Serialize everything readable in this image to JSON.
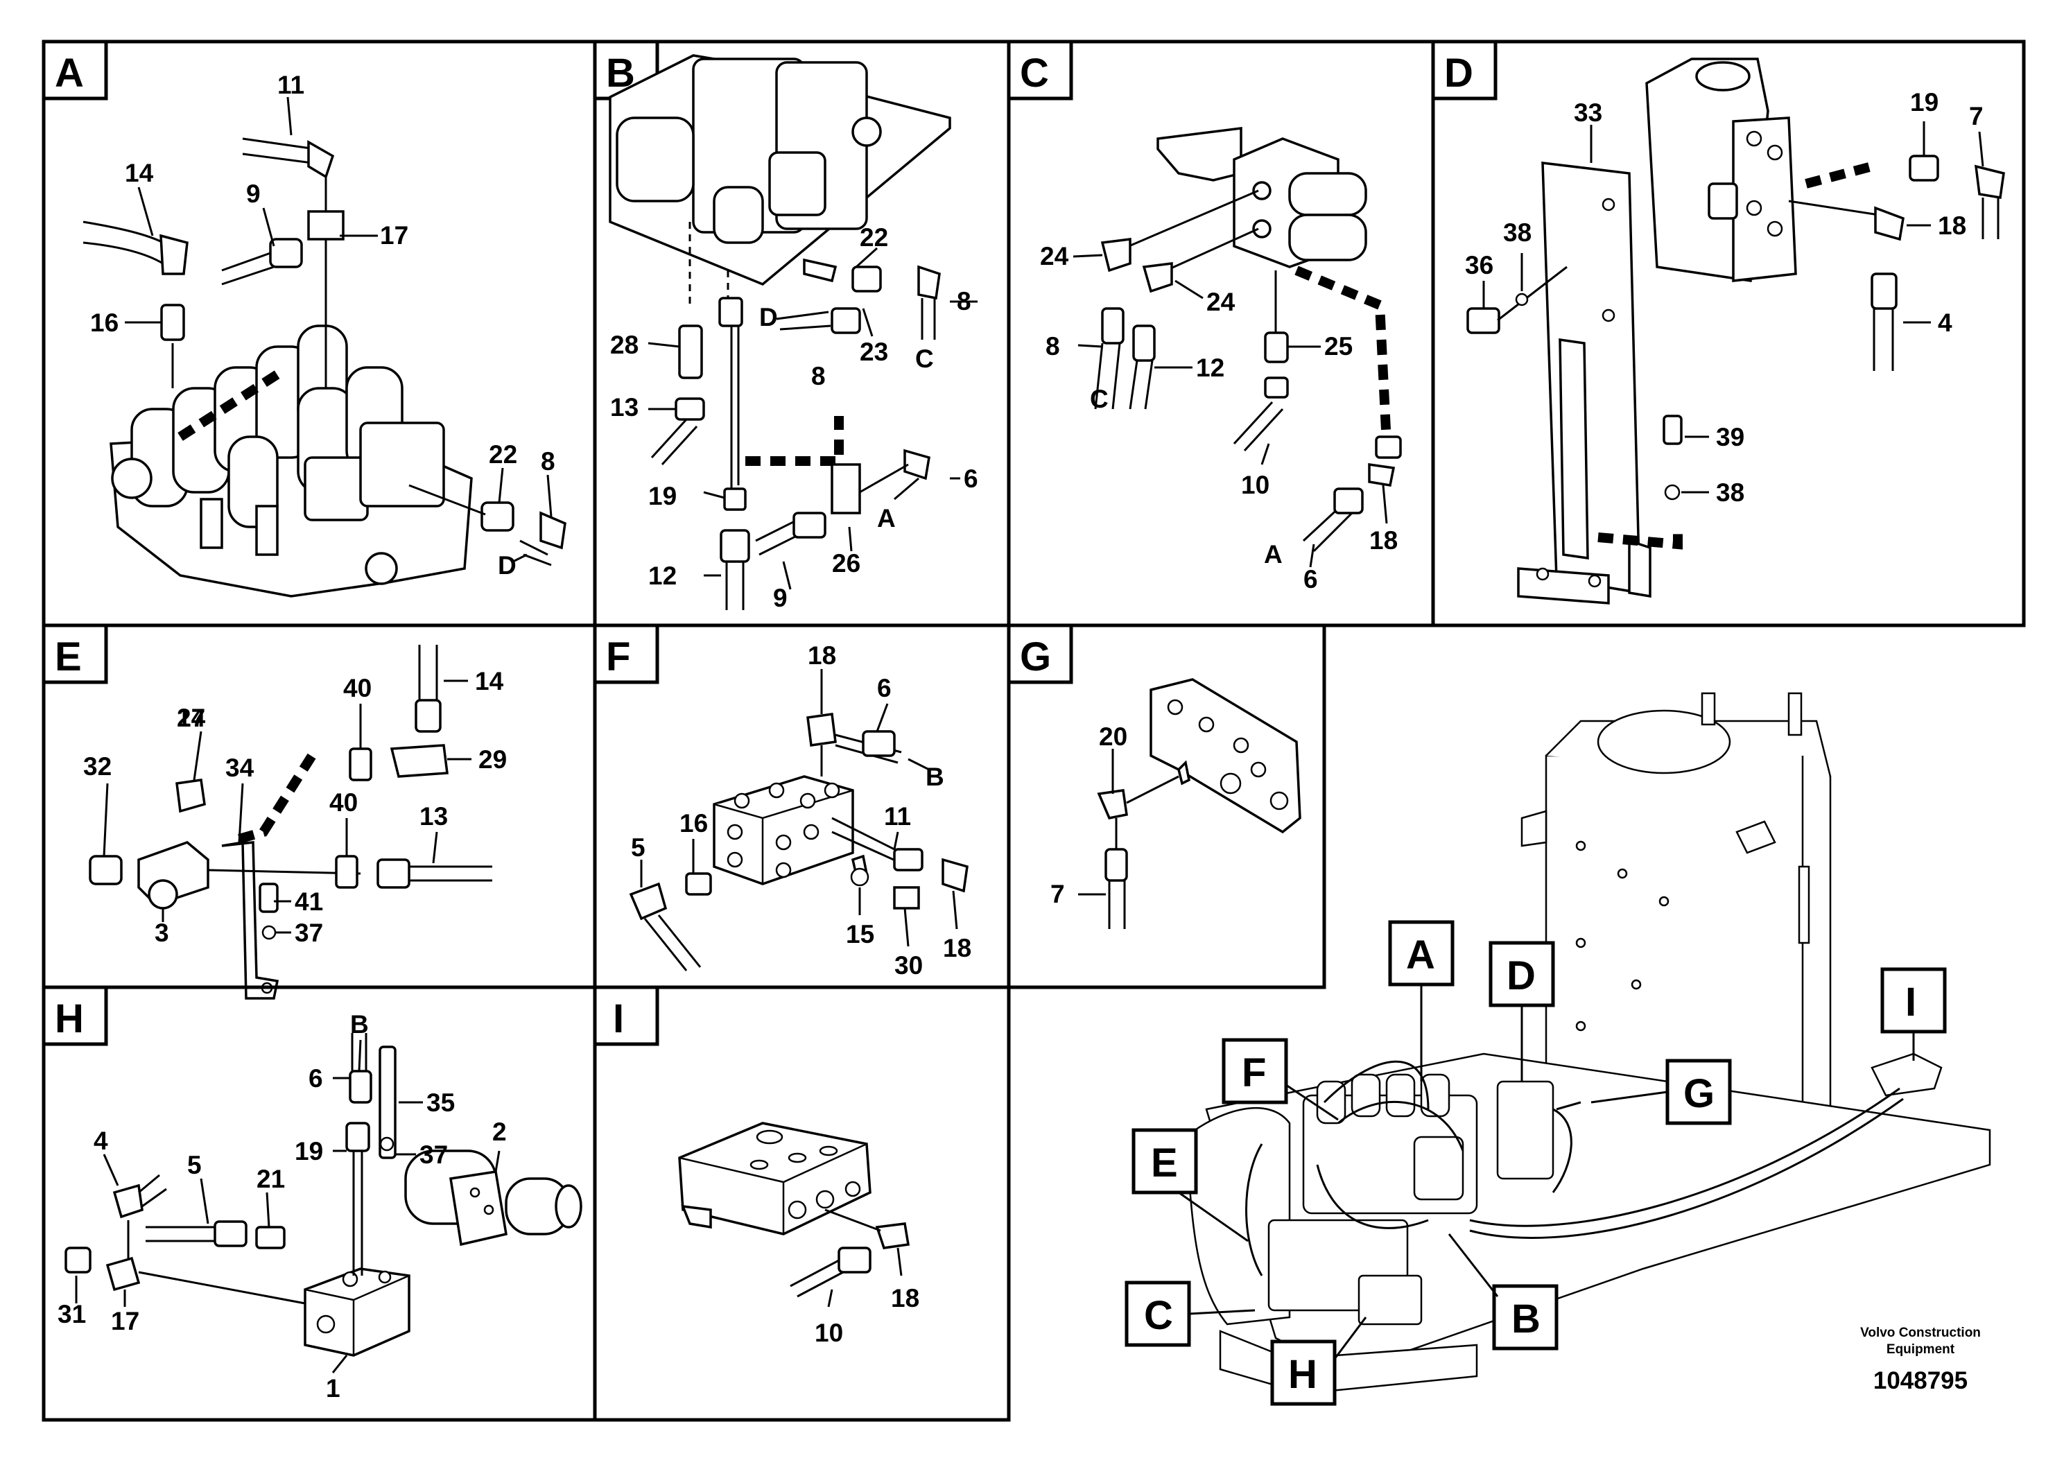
{
  "panels": {
    "A": {
      "letter": "A",
      "labels": [
        "11",
        "14",
        "9",
        "17",
        "16",
        "22",
        "8",
        "D"
      ]
    },
    "B": {
      "letter": "B",
      "labels": [
        "22",
        "D",
        "8",
        "23",
        "C",
        "28",
        "8",
        "13",
        "19",
        "6",
        "A",
        "12",
        "9",
        "26"
      ]
    },
    "C": {
      "letter": "C",
      "labels": [
        "24",
        "24",
        "8",
        "12",
        "25",
        "C",
        "10",
        "A",
        "6",
        "18"
      ]
    },
    "D": {
      "letter": "D",
      "labels": [
        "33",
        "19",
        "7",
        "36",
        "38",
        "18",
        "4",
        "39",
        "38"
      ]
    },
    "E": {
      "letter": "E",
      "labels": [
        "40",
        "14",
        "27",
        "29",
        "32",
        "34",
        "40",
        "13",
        "3",
        "41",
        "37"
      ]
    },
    "F": {
      "letter": "F",
      "labels": [
        "18",
        "6",
        "B",
        "16",
        "11",
        "5",
        "15",
        "30",
        "18"
      ]
    },
    "G": {
      "letter": "G",
      "labels": [
        "20",
        "7"
      ]
    },
    "H": {
      "letter": "H",
      "labels": [
        "B",
        "6",
        "35",
        "2",
        "19",
        "37",
        "4",
        "5",
        "21",
        "31",
        "17",
        "1"
      ]
    },
    "I": {
      "letter": "I",
      "labels": [
        "18",
        "10"
      ]
    }
  },
  "overview": {
    "markers": [
      "A",
      "D",
      "F",
      "I",
      "G",
      "E",
      "C",
      "B",
      "H"
    ]
  },
  "footer": {
    "line1": "Volvo Construction",
    "line2": "Equipment",
    "doc_number": "1048795"
  }
}
